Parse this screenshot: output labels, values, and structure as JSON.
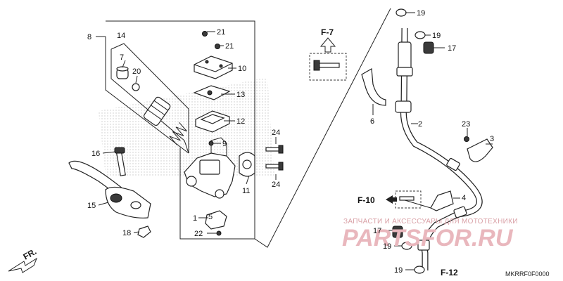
{
  "callouts": {
    "c1": "1",
    "c2": "2",
    "c3": "3",
    "c4": "4",
    "c5": "5",
    "c6": "6",
    "c7": "7",
    "c8": "8",
    "c9": "9",
    "c10": "10",
    "c11": "11",
    "c12": "12",
    "c13": "13",
    "c14": "14",
    "c15": "15",
    "c16": "16",
    "c17a": "17",
    "c17b": "17",
    "c18": "18",
    "c19a": "19",
    "c19b": "19",
    "c19c": "19",
    "c19d": "19",
    "c20": "20",
    "c21a": "21",
    "c21b": "21",
    "c22": "22",
    "c23": "23",
    "c24a": "24",
    "c24b": "24"
  },
  "refs": {
    "f7": "F-7",
    "f10": "F-10",
    "f12": "F-12",
    "fr": "FR."
  },
  "watermark": {
    "text": "ЗАПЧАСТИ И АКСЕССУАРЫ ДЛЯ МОТОТЕХНИКИ",
    "logo": "PARTSFOR.RU"
  },
  "diagram_code": "MKRRF0F0000",
  "colors": {
    "ink": "#222222",
    "watermark": "#e9b7bd"
  }
}
